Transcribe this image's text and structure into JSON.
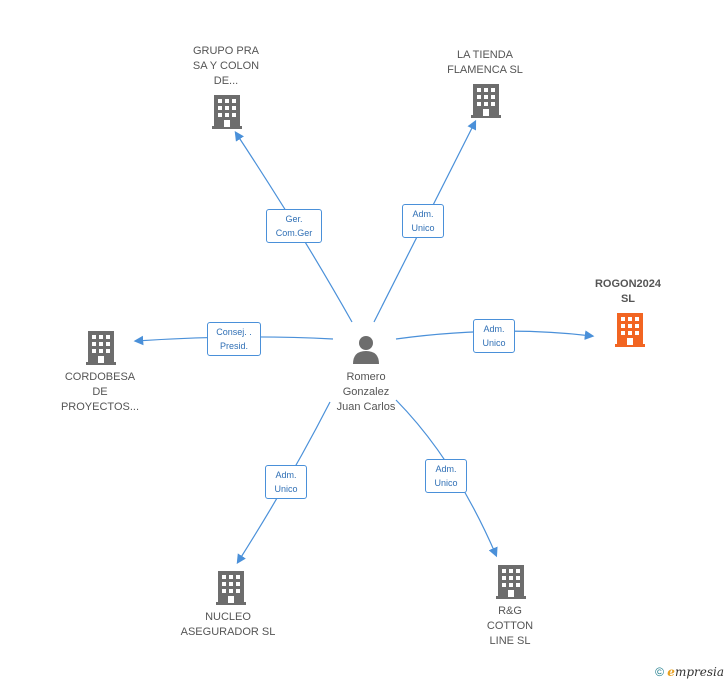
{
  "center": {
    "name": "Romero\nGonzalez\nJuan Carlos"
  },
  "companies": [
    {
      "id": "grupo",
      "name": "GRUPO PRA\nSA Y COLON\nDE...",
      "highlight": false
    },
    {
      "id": "tienda",
      "name": "LA TIENDA\nFLAMENCA  SL",
      "highlight": false
    },
    {
      "id": "rogon",
      "name": "ROGON2024\nSL",
      "highlight": true
    },
    {
      "id": "cordobesa",
      "name": "CORDOBESA\nDE\nPROYECTOS...",
      "highlight": false
    },
    {
      "id": "nucleo",
      "name": "NUCLEO\nASEGURADOR SL",
      "highlight": false
    },
    {
      "id": "rg",
      "name": "R&G\nCOTTON\nLINE SL",
      "highlight": false
    }
  ],
  "roles": {
    "grupo": "Ger.\nCom.Ger",
    "tienda": "Adm.\nUnico",
    "rogon": "Adm.\nUnico",
    "cordobesa": "Consej. .\nPresid.",
    "nucleo": "Adm.\nUnico",
    "rg": "Adm.\nUnico"
  },
  "colors": {
    "line": "#4a90d9",
    "building": "#6d6d6d",
    "highlight": "#f26522"
  },
  "footer": {
    "symbol": "©",
    "brand_initial": "e",
    "brand_rest": "mpresia"
  }
}
